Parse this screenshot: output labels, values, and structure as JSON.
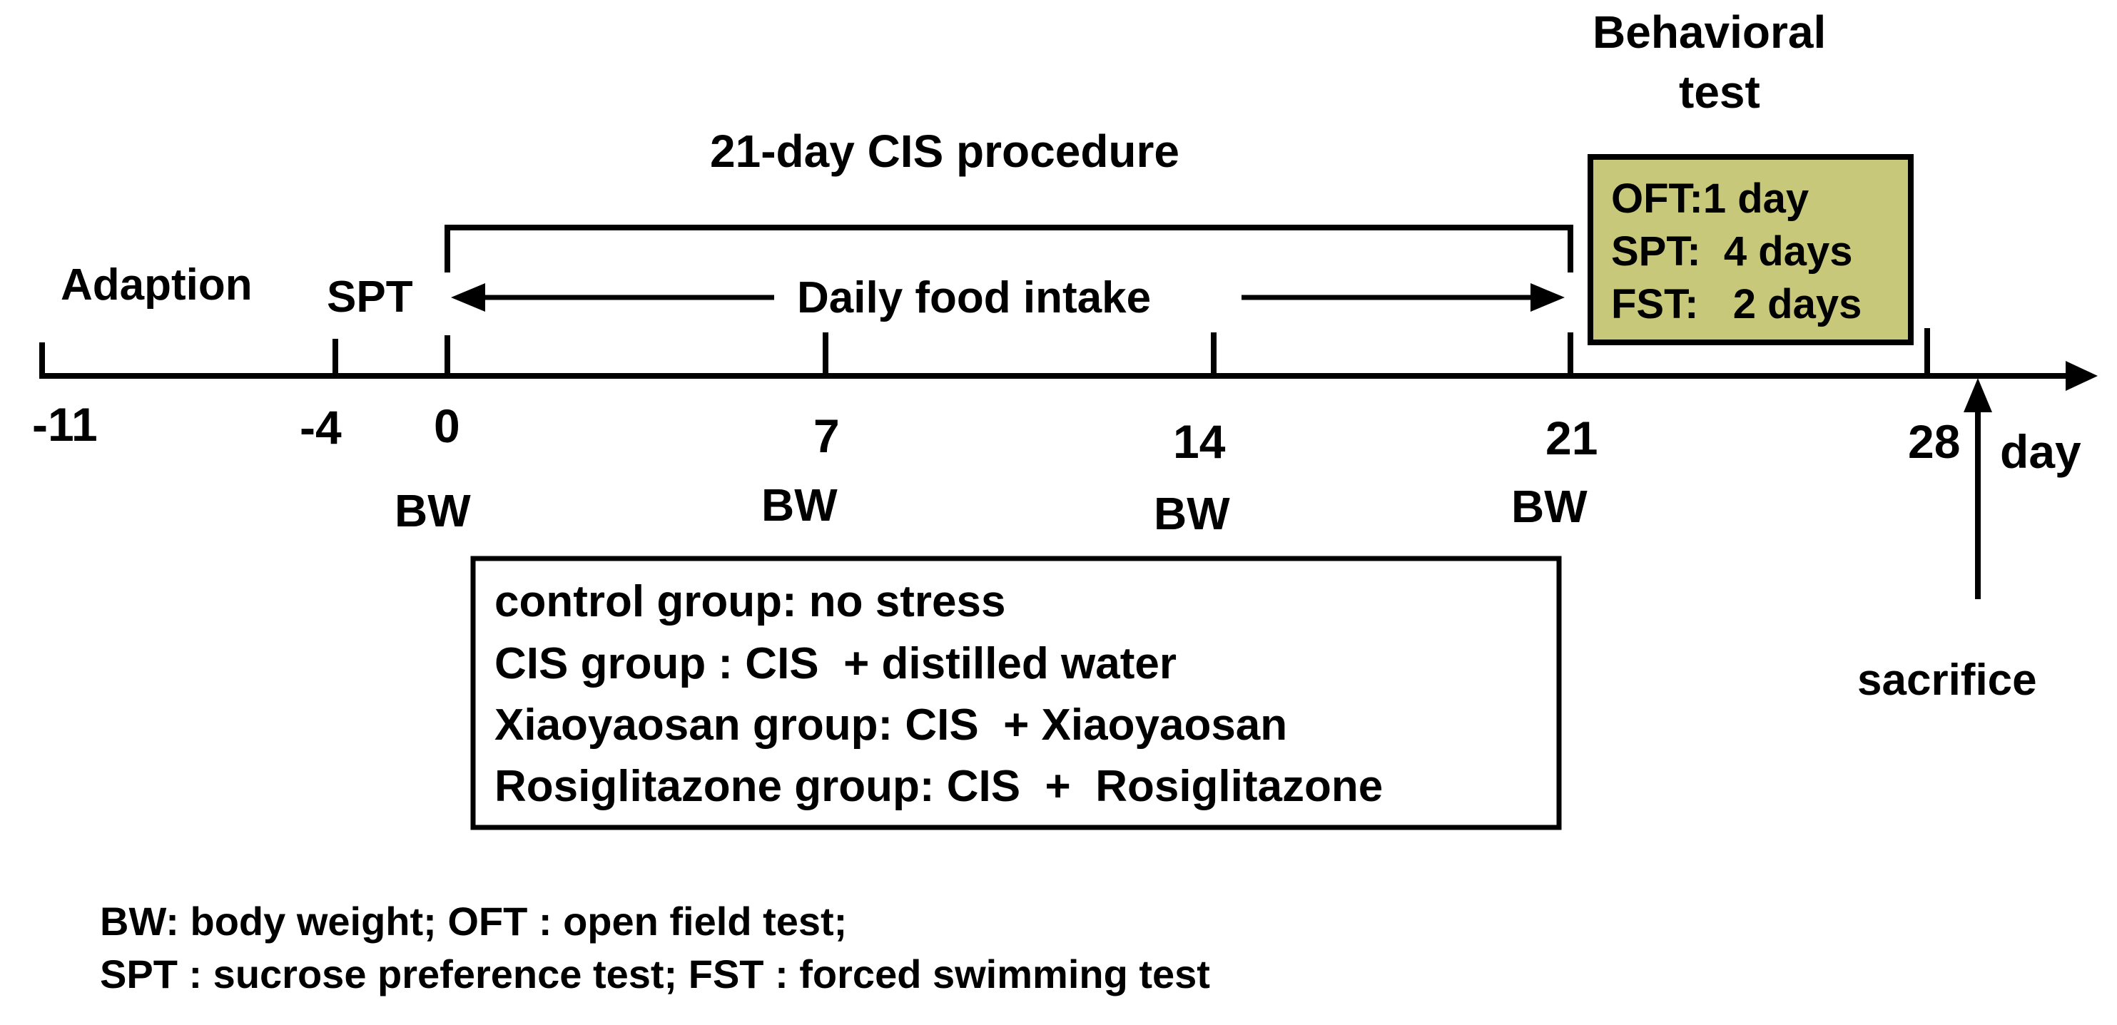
{
  "timeline": {
    "ticks": [
      "-11",
      "-4",
      "0",
      "7",
      "14",
      "21",
      "28"
    ],
    "axis_unit": "day",
    "bw_label": "BW",
    "bw_days": [
      "0",
      "7",
      "14",
      "21"
    ]
  },
  "phases": {
    "adaption": "Adaption",
    "spt": "SPT",
    "procedure_title": "21-day CIS procedure",
    "daily_food_intake": "Daily food intake"
  },
  "behavioral_test": {
    "title_line1": "Behavioral",
    "title_line2": "test",
    "items": [
      "OFT:1 day",
      "SPT:  4 days",
      "FST:   2 days"
    ]
  },
  "groups": {
    "lines": [
      "control group: no stress",
      "CIS group : CIS  + distilled water",
      "Xiaoyaosan group: CIS  + Xiaoyaosan",
      "Rosiglitazone group: CIS  +  Rosiglitazone"
    ]
  },
  "sacrifice": "sacrifice",
  "legend": {
    "line1": "BW: body weight; OFT : open field test;",
    "line2": "SPT : sucrose preference test; FST : forced swimming test"
  },
  "colors": {
    "behavioral_box_fill": "#c8c87a",
    "line": "#000000",
    "text": "#000000"
  }
}
